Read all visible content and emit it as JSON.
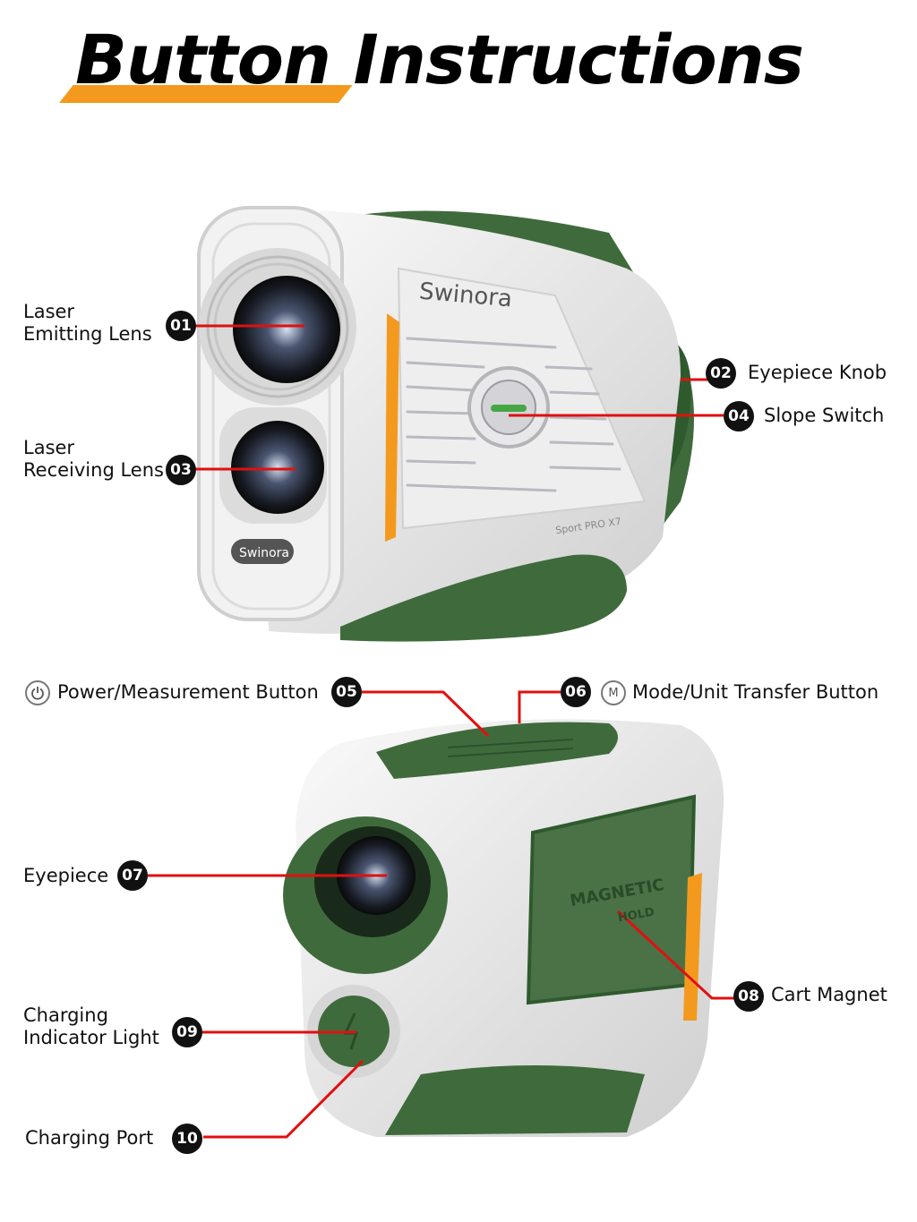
{
  "title": {
    "word1": "Button",
    "word2": "Instructions"
  },
  "device": {
    "brand_top": "Swinora",
    "brand_front": "Swinora",
    "model": "Sport PRO X7",
    "magnet_text_1": "MAGNETIC",
    "magnet_text_2": "HOLD"
  },
  "icons": {
    "power": "power-icon",
    "mode": "mode-icon"
  },
  "colors": {
    "accent_orange": "#f39a1e",
    "green": "#3f6b3c",
    "callout_red": "#e01010"
  },
  "callouts": [
    {
      "num": "01",
      "lines": [
        "Laser",
        "Emitting Lens"
      ]
    },
    {
      "num": "02",
      "lines": [
        "Eyepiece Knob"
      ]
    },
    {
      "num": "03",
      "lines": [
        "Laser",
        "Receiving Lens"
      ]
    },
    {
      "num": "04",
      "lines": [
        "Slope Switch"
      ]
    },
    {
      "num": "05",
      "lines": [
        "Power/Measurement Button"
      ]
    },
    {
      "num": "06",
      "lines": [
        "Mode/Unit Transfer Button"
      ]
    },
    {
      "num": "07",
      "lines": [
        "Eyepiece"
      ]
    },
    {
      "num": "08",
      "lines": [
        "Cart Magnet"
      ]
    },
    {
      "num": "09",
      "lines": [
        "Charging",
        "Indicator Light"
      ]
    },
    {
      "num": "10",
      "lines": [
        "Charging Port"
      ]
    }
  ],
  "mode_glyph": "M"
}
